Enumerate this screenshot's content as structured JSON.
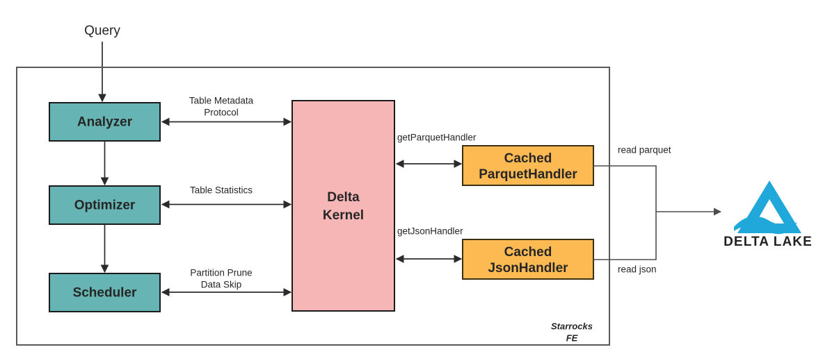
{
  "diagram": {
    "title_entry": "Query",
    "container_label_line1": "Starrocks",
    "container_label_line2": "FE",
    "nodes": {
      "analyzer": {
        "label": "Analyzer",
        "fill": "#66B4B3",
        "stroke": "#1a1a1a"
      },
      "optimizer": {
        "label": "Optimizer",
        "fill": "#66B4B3",
        "stroke": "#1a1a1a"
      },
      "scheduler": {
        "label": "Scheduler",
        "fill": "#66B4B3",
        "stroke": "#1a1a1a"
      },
      "delta_kernel_line1": "Delta",
      "delta_kernel_line2": "Kernel",
      "delta_kernel_fill": "#F7B6B6",
      "parquet_handler_line1": "Cached",
      "parquet_handler_line2": "ParquetHandler",
      "json_handler_line1": "Cached",
      "json_handler_line2": "JsonHandler",
      "handler_fill": "#FDBA53",
      "handler_stroke": "#3b2f10"
    },
    "edges": {
      "analyzer_kernel_line1": "Table Metadata",
      "analyzer_kernel_line2": "Protocol",
      "optimizer_kernel": "Table Statistics",
      "scheduler_kernel_line1": "Partition Prune",
      "scheduler_kernel_line2": "Data Skip",
      "get_parquet_handler": "getParquetHandler",
      "get_json_handler": "getJsonHandler",
      "read_parquet": "read parquet",
      "read_json": "read json"
    },
    "logo": {
      "wordmark": "DELTA LAKE",
      "color": "#21A8DB"
    }
  }
}
